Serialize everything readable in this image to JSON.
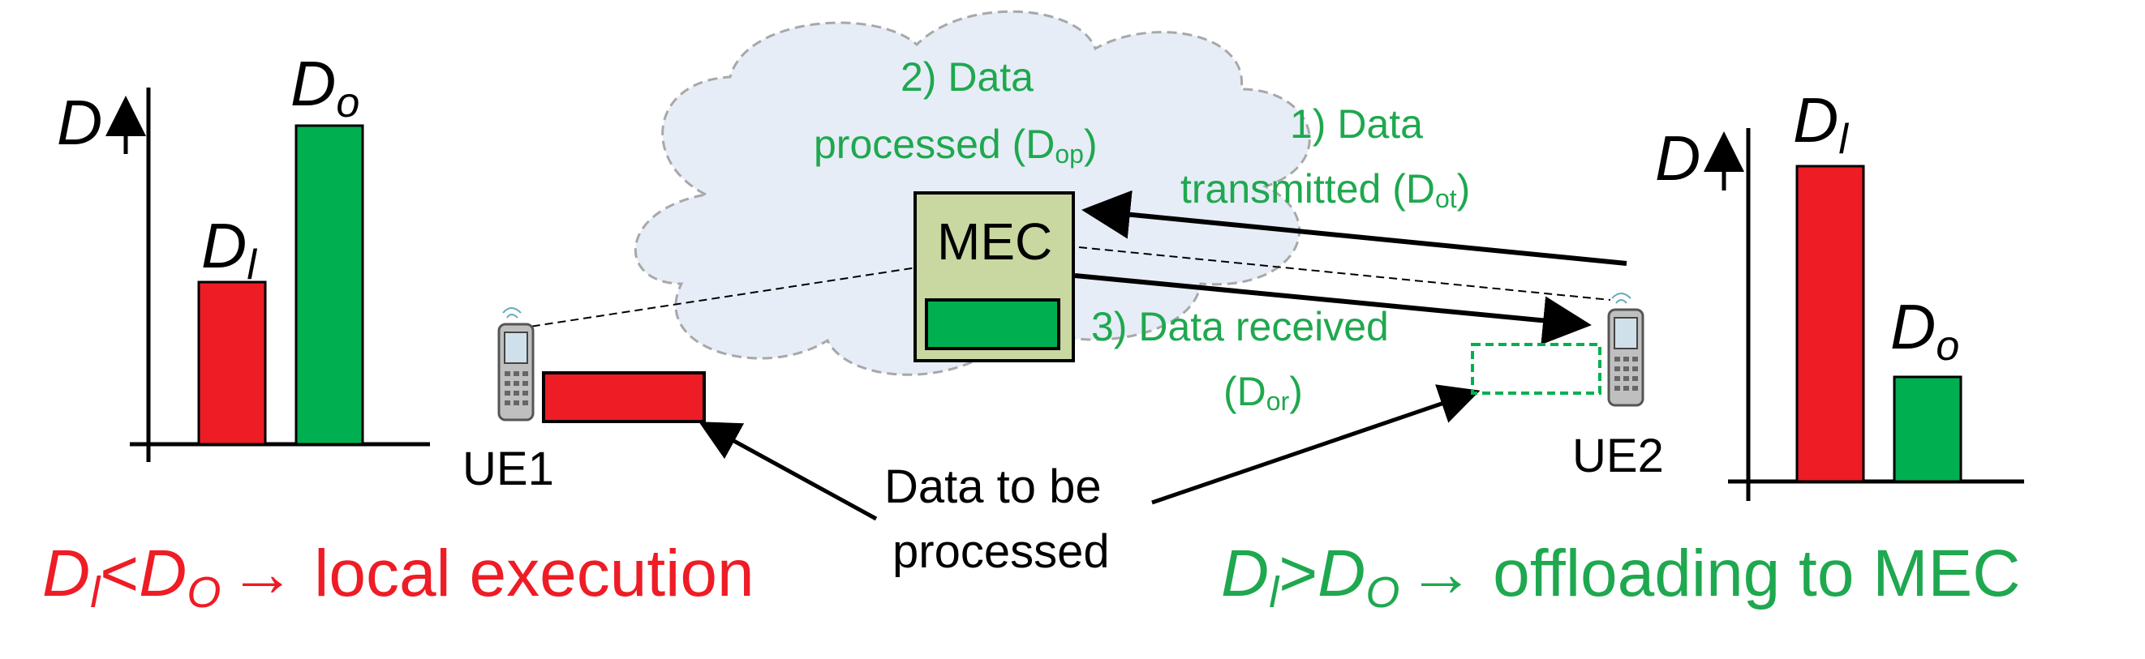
{
  "colors": {
    "red": "#ee1c25",
    "green": "#00b050",
    "green_text": "#1fa84f",
    "mec_box": "#c8d8a0",
    "cloud": "#e6edf7"
  },
  "left_chart": {
    "axis_label": "D",
    "bars": [
      {
        "label_main": "D",
        "label_sub": "l",
        "color": "red"
      },
      {
        "label_main": "D",
        "label_sub": "o",
        "color": "green"
      }
    ]
  },
  "right_chart": {
    "axis_label": "D",
    "bars": [
      {
        "label_main": "D",
        "label_sub": "l",
        "color": "red"
      },
      {
        "label_main": "D",
        "label_sub": "o",
        "color": "green"
      }
    ]
  },
  "cloud": {
    "mec_label": "MEC",
    "step2_line1": "2) Data",
    "step2_line2": "processed (D",
    "step2_sub": "op",
    "step1_line1": "1) Data",
    "step1_line2": "transmitted (D",
    "step1_sub": "ot",
    "step3_line1": "3) Data received",
    "step3_line2": "(D",
    "step3_sub": "or"
  },
  "devices": {
    "ue1": "UE1",
    "ue2": "UE2"
  },
  "center_label": {
    "line1": "Data to be",
    "line2": "processed"
  },
  "left_caption": {
    "d1": "D",
    "s1": "l",
    "op": "<",
    "d2": "D",
    "s2": "O",
    "arrow": "→",
    "text": " local execution"
  },
  "right_caption": {
    "d1": "D",
    "s1": "l",
    "op": ">",
    "d2": "D",
    "s2": "O",
    "arrow": "→",
    "text": " offloading to MEC"
  }
}
